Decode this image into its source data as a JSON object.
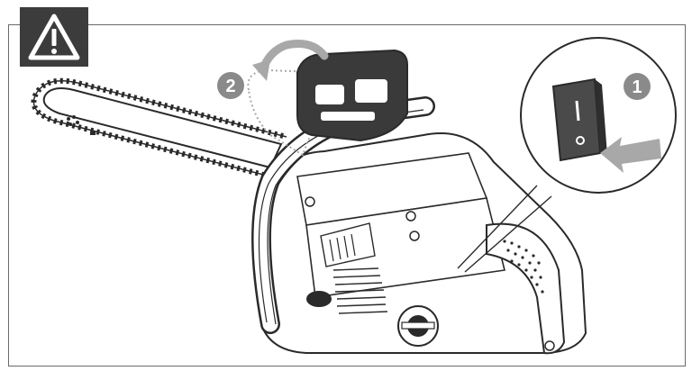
{
  "warning": {
    "symbol": "!",
    "icon": "warning-triangle-icon",
    "box_color": "#3c3c3c"
  },
  "steps": [
    {
      "number": "1",
      "action": "stop-switch-press"
    },
    {
      "number": "2",
      "action": "chain-brake-front-guard-pull-back"
    }
  ],
  "colors": {
    "line": "#2a2a2a",
    "badge": "#8a8a8a",
    "arrow": "#a8a8a8",
    "guard": "#3a3a3a",
    "switch": "#4a4a4a",
    "frame": "#6a6a6a"
  }
}
